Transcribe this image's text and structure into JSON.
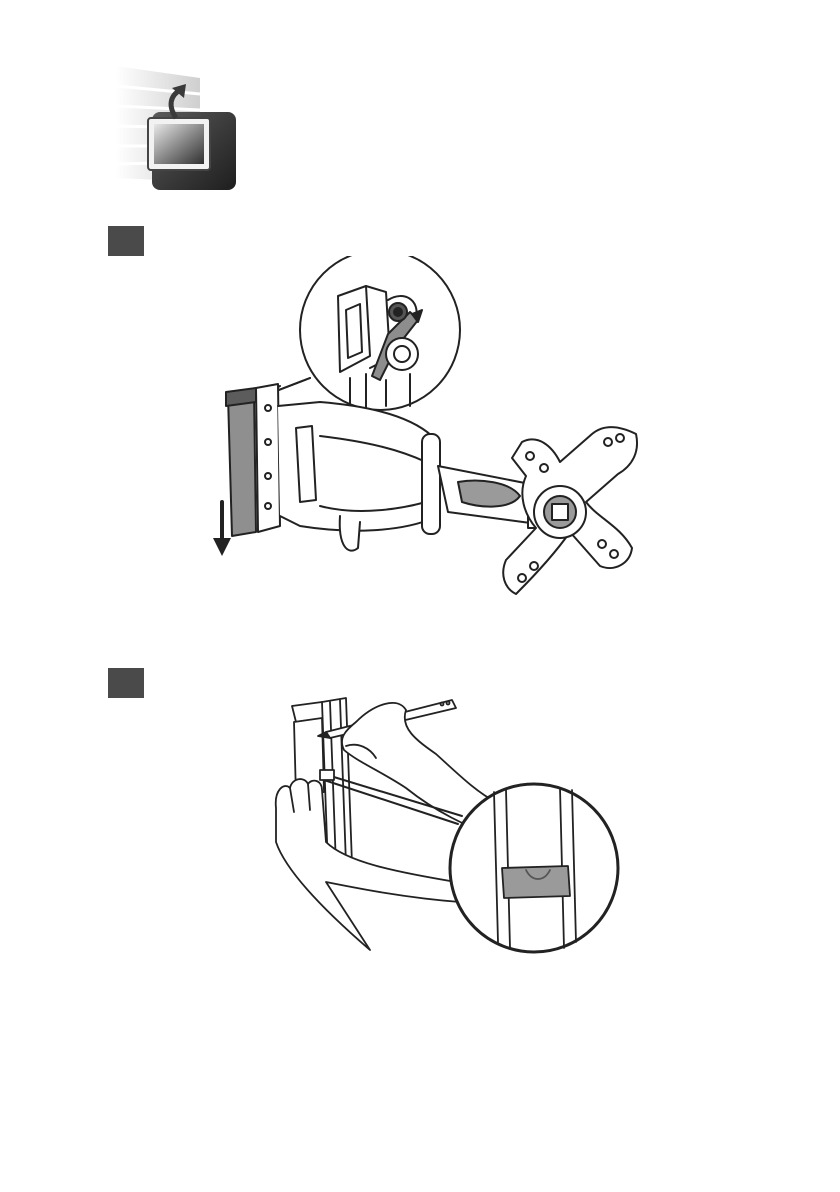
{
  "header": {
    "icon": "wall-mount-tv-icon"
  },
  "steps": [
    {
      "icon": "step-marker",
      "figure": "bracket-cover-removal-illustration",
      "zoom": "locking-screw-detail",
      "arrow": "pull-down-arrow"
    },
    {
      "icon": "step-marker",
      "figure": "marking-wall-with-pencil-illustration",
      "zoom": "bubble-level-detail"
    }
  ],
  "colors": {
    "marker": "#4a4a4a",
    "line": "#222222",
    "shade": "#9a9a9a",
    "dark": "#3a3a3a"
  }
}
